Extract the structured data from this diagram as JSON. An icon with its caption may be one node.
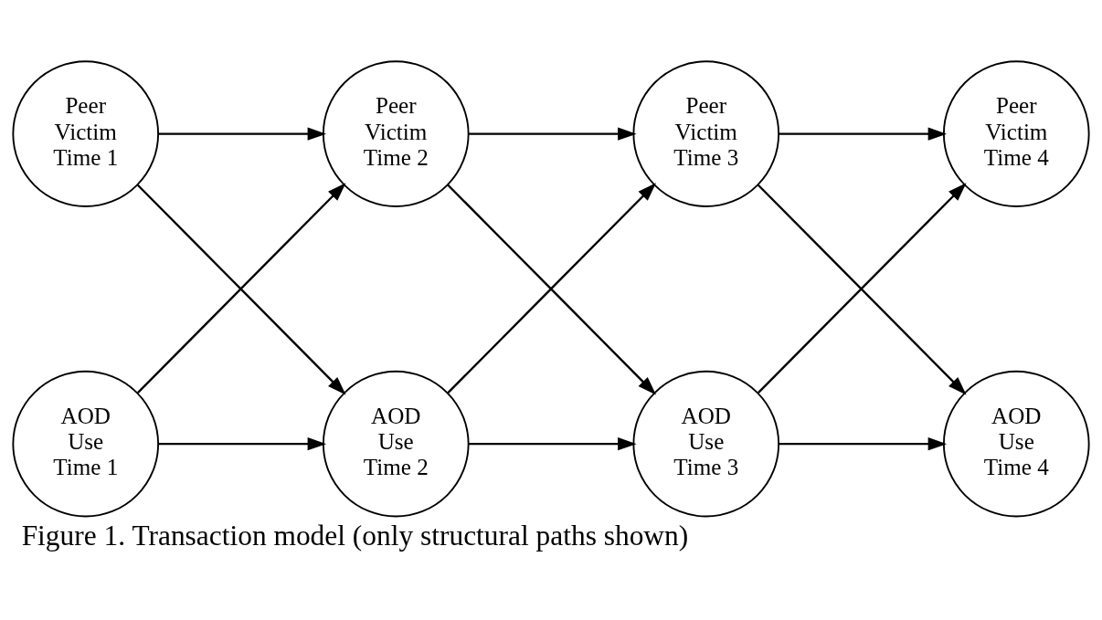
{
  "diagram": {
    "caption": "Figure 1. Transaction model (only structural paths shown)",
    "nodes": [
      {
        "text": [
          "Peer Victim Time 1"
        ]
      },
      {
        "text": [
          "Peer Victim Time 2"
        ]
      },
      {
        "text": [
          "Peer Victim Time 3"
        ]
      },
      {
        "text": [
          "Peer Victim Time 4"
        ]
      },
      {
        "text": [
          "AOD Use Time 1"
        ]
      },
      {
        "text": [
          "AOD Use Time 2"
        ]
      },
      {
        "text": [
          "AOD Use Time 3"
        ]
      },
      {
        "text": [
          "AOD Use Time 4"
        ]
      }
    ],
    "edges": [
      {
        "from": 0,
        "to": 1,
        "arrow": "to"
      },
      {
        "from": 1,
        "to": 2,
        "arrow": "to"
      },
      {
        "from": 2,
        "to": 3,
        "arrow": "to"
      },
      {
        "from": 0,
        "to": 5,
        "arrow": "to"
      },
      {
        "from": 4,
        "to": 1,
        "arrow": "to"
      },
      {
        "from": 1,
        "to": 6,
        "arrow": "to"
      },
      {
        "from": 5,
        "to": 2,
        "arrow": "to"
      },
      {
        "from": 2,
        "to": 7,
        "arrow": "to"
      },
      {
        "from": 6,
        "to": 3,
        "arrow": "to"
      },
      {
        "from": 4,
        "to": 5,
        "arrow": "to"
      },
      {
        "from": 5,
        "to": 6,
        "arrow": "to"
      },
      {
        "from": 6,
        "to": 7,
        "arrow": "to"
      }
    ]
  }
}
